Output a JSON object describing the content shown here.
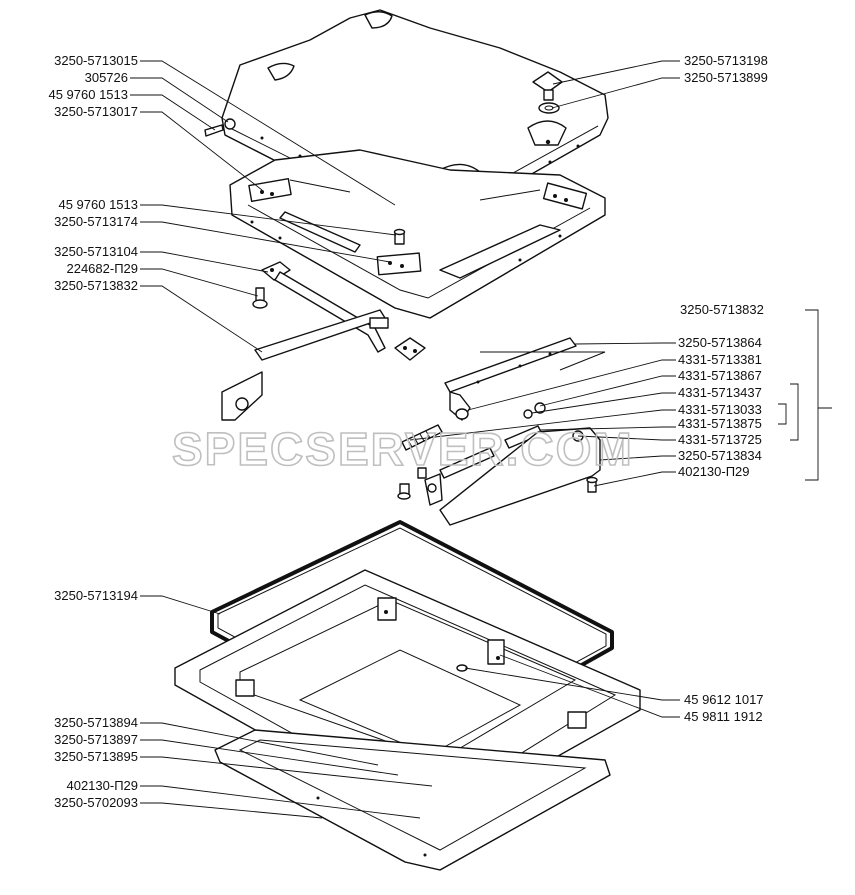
{
  "watermark": "SPECSERVER.COM",
  "labels_left": [
    "3250-5713015",
    "305726",
    "45 9760 1513",
    "3250-5713017",
    "45 9760 1513",
    "3250-5713174",
    "3250-5713104",
    "224682-П29",
    "3250-5713832",
    "3250-5713194",
    "3250-5713894",
    "3250-5713897",
    "3250-5713895",
    "402130-П29",
    "3250-5702093"
  ],
  "labels_right": [
    "3250-5713198",
    "3250-5713899",
    "3250-5713832",
    "3250-5713864",
    "4331-5713381",
    "4331-5713867",
    "4331-5713437",
    "4331-5713033",
    "4331-5713875",
    "4331-5713725",
    "3250-5713834",
    "402130-П29",
    "45 9612 1017",
    "45 9811 1912"
  ]
}
